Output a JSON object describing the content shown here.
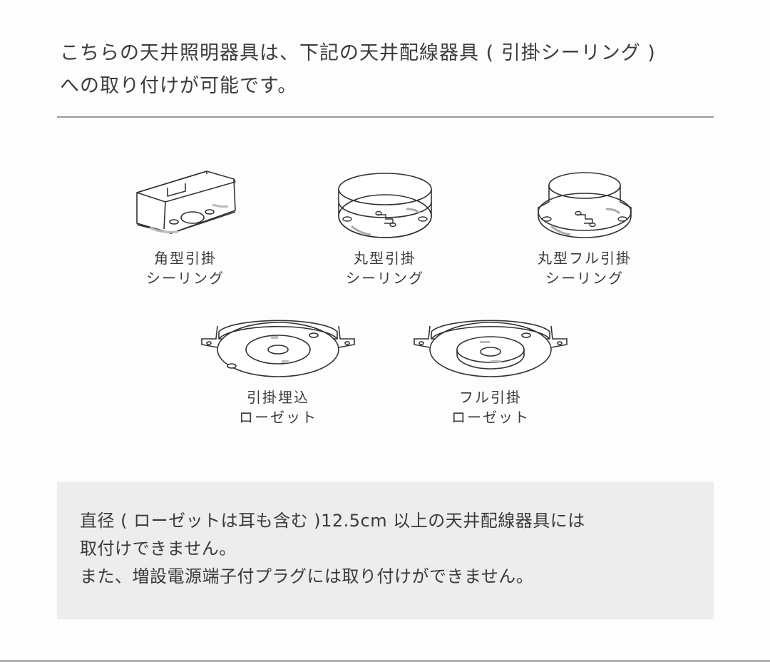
{
  "intro": {
    "line1": "こちらの天井照明器具は、下記の天井配線器具 ( 引掛シーリング )",
    "line2": "への取り付けが可能です。"
  },
  "devices": [
    {
      "icon": "square-ceiling-hook-icon",
      "label_line1": "角型引掛",
      "label_line2": "シーリング"
    },
    {
      "icon": "round-ceiling-hook-icon",
      "label_line1": "丸型引掛",
      "label_line2": "シーリング"
    },
    {
      "icon": "round-full-ceiling-hook-icon",
      "label_line1": "丸型フル引掛",
      "label_line2": "シーリング"
    },
    {
      "icon": "embedded-hook-rosette-icon",
      "label_line1": "引掛埋込",
      "label_line2": "ローゼット"
    },
    {
      "icon": "full-hook-rosette-icon",
      "label_line1": "フル引掛",
      "label_line2": "ローゼット"
    }
  ],
  "note": {
    "line1": "直径 ( ローゼットは耳も含む )12.5cm 以上の天井配線器具には",
    "line2": "取付けできません。",
    "line3": "また、増設電源端子付プラグには取り付けができません。"
  },
  "colors": {
    "text": "#3a3a3a",
    "divider": "#9a9a9a",
    "note_background": "#ededed"
  }
}
